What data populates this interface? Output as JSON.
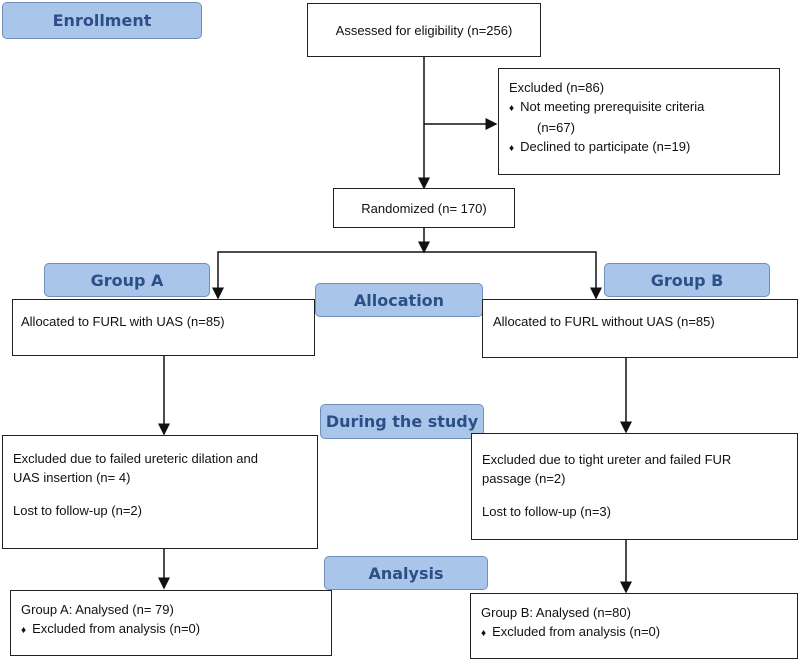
{
  "stages": {
    "enrollment": "Enrollment",
    "group_a": "Group A",
    "allocation": "Allocation",
    "group_b": "Group B",
    "during_study": "During the study",
    "analysis": "Analysis"
  },
  "assessed": "Assessed for eligibility (n=256)",
  "excluded": {
    "title": "Excluded (n=86)",
    "item1_line1": "Not meeting prerequisite criteria",
    "item1_line2": "(n=67)",
    "item2": "Declined to participate (n=19)"
  },
  "randomized": "Randomized (n= 170)",
  "alloc_a": "Allocated to FURL with UAS (n=85)",
  "alloc_b": "Allocated to FURL without UAS (n=85)",
  "excl_a": {
    "line1": "Excluded due to failed ureteric dilation and",
    "line2": "UAS insertion (n= 4)",
    "lost": "Lost to follow-up (n=2)"
  },
  "excl_b": {
    "line1": "Excluded due to tight ureter and failed FUR",
    "line2": "passage (n=2)",
    "lost": "Lost to follow-up (n=3)"
  },
  "analysis_a": {
    "title": "Group A: Analysed (n= 79)",
    "excluded": "Excluded from analysis (n=0)"
  },
  "analysis_b": {
    "title": "Group B: Analysed (n=80)",
    "excluded": "Excluded from analysis (n=0)"
  }
}
